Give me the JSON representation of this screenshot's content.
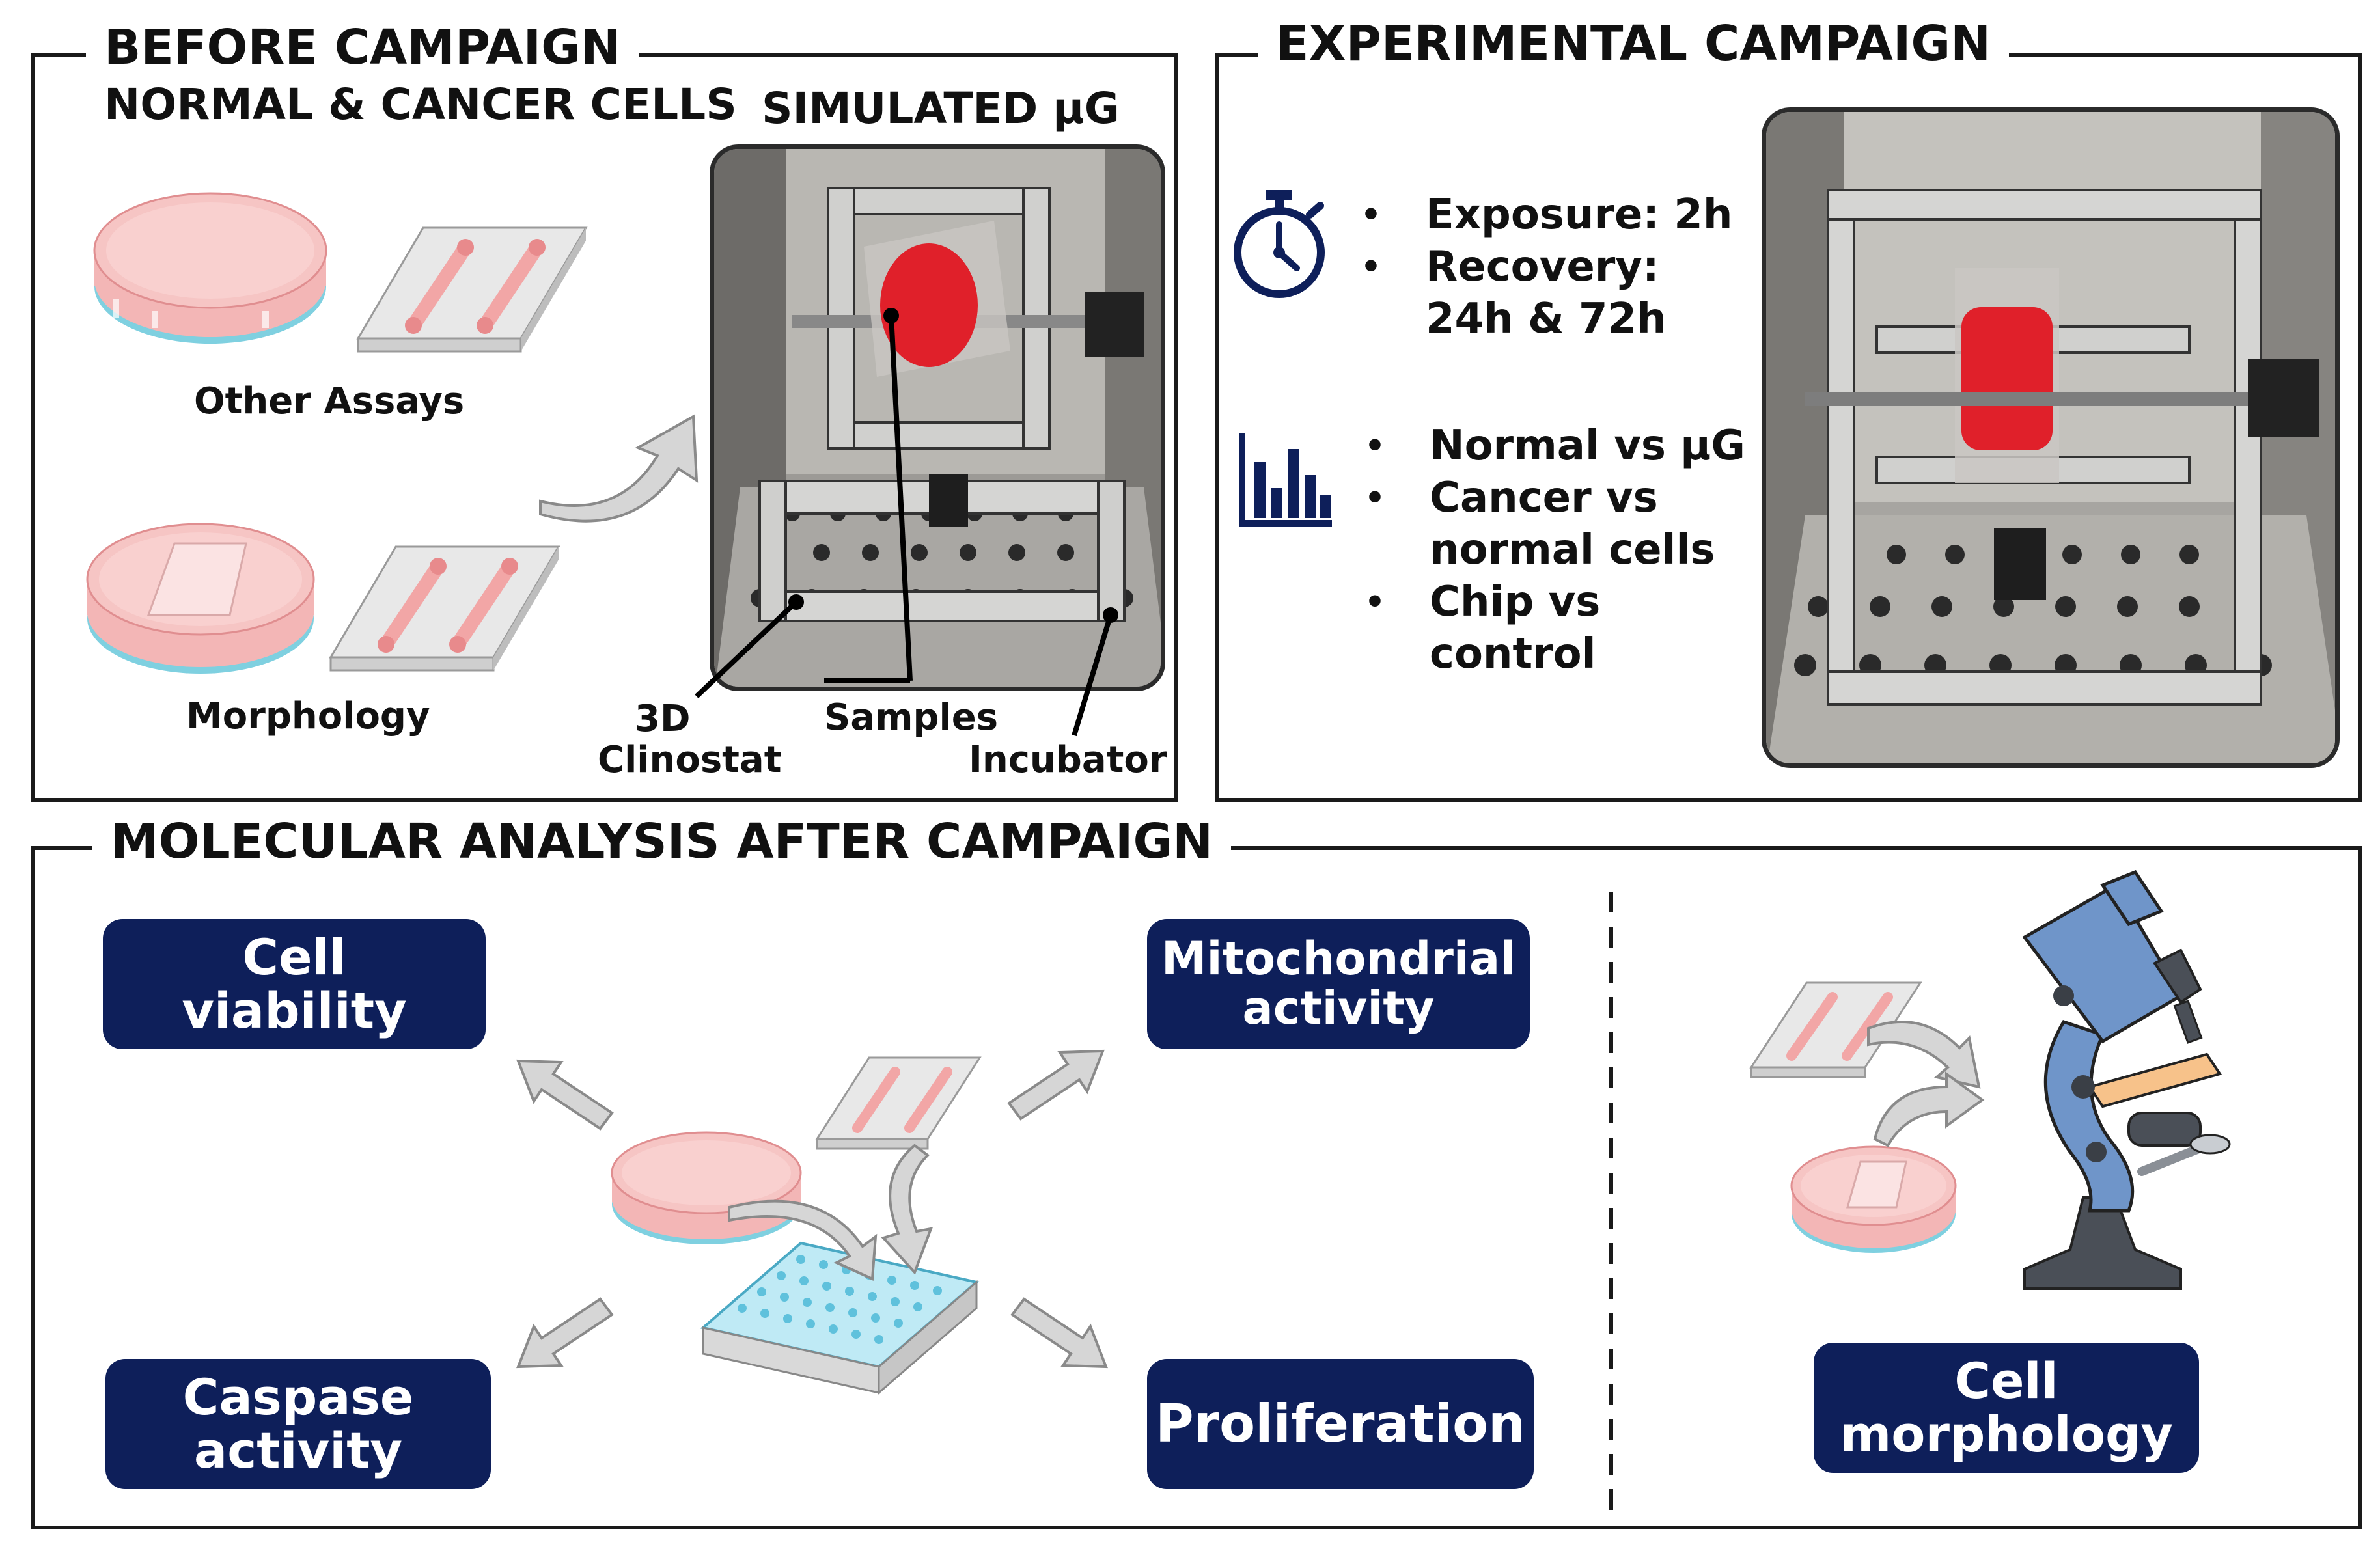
{
  "panels": {
    "before": {
      "title": "BEFORE CAMPAIGN",
      "subtitle": "NORMAL & CANCER CELLS",
      "photo_title": "SIMULATED μG",
      "labels": {
        "other_assays": "Other Assays",
        "morphology": "Morphology",
        "clinostat_1": "3D",
        "clinostat_2": "Clinostat",
        "samples": "Samples",
        "incubator": "Incubator"
      }
    },
    "experimental": {
      "title": "EXPERIMENTAL CAMPAIGN",
      "timing": [
        "Exposure: 2h",
        "Recovery:",
        "24h & 72h"
      ],
      "comparisons": [
        "Normal vs μG",
        "Cancer vs",
        "normal cells",
        "Chip vs",
        "control"
      ],
      "bullet": "•"
    },
    "molecular": {
      "title": "MOLECULAR ANALYSIS AFTER CAMPAIGN",
      "boxes": {
        "cell_viability": [
          "Cell",
          "viability"
        ],
        "mitochondrial": [
          "Mitochondrial",
          "activity"
        ],
        "caspase": [
          "Caspase",
          "activity"
        ],
        "proliferation": [
          "Proliferation"
        ],
        "cell_morphology": [
          "Cell",
          "morphology"
        ]
      }
    }
  },
  "icons": [
    "stopwatch-icon",
    "bar-chart-icon",
    "petri-dish-icon",
    "microfluidic-chip-icon",
    "well-plate-icon",
    "microscope-icon",
    "arrow-icon"
  ],
  "colors": {
    "navy": "#0e1f5a",
    "dish_pink": "#f6c5c4",
    "dish_blue": "#7fd0e0",
    "chip_gray": "#e2e2e2",
    "microscope_blue": "#6f95c9"
  }
}
